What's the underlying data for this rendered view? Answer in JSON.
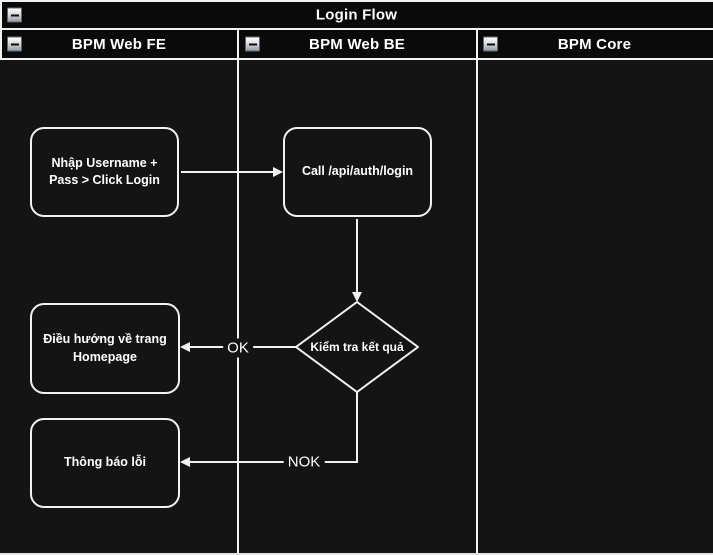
{
  "diagram": {
    "title": "Login Flow",
    "lanes": [
      {
        "label": "BPM Web FE"
      },
      {
        "label": "BPM Web BE"
      },
      {
        "label": "BPM Core"
      }
    ],
    "nodes": {
      "enter_credentials": "Nhập Username +\nPass > Click Login",
      "call_login_api": "Call /api/auth/login",
      "check_result": "Kiểm tra kết quả",
      "navigate_homepage": "Điều hướng về trang\nHomepage",
      "error_notification": "Thông báo lỗi"
    },
    "edges": {
      "ok_label": "OK",
      "nok_label": "NOK"
    },
    "icons": {
      "collapse": "collapse-minus-icon"
    },
    "colors": {
      "background": "#141414",
      "header_background": "#0a0a0a",
      "line": "#f2f2f2",
      "text": "#ffffff"
    }
  }
}
